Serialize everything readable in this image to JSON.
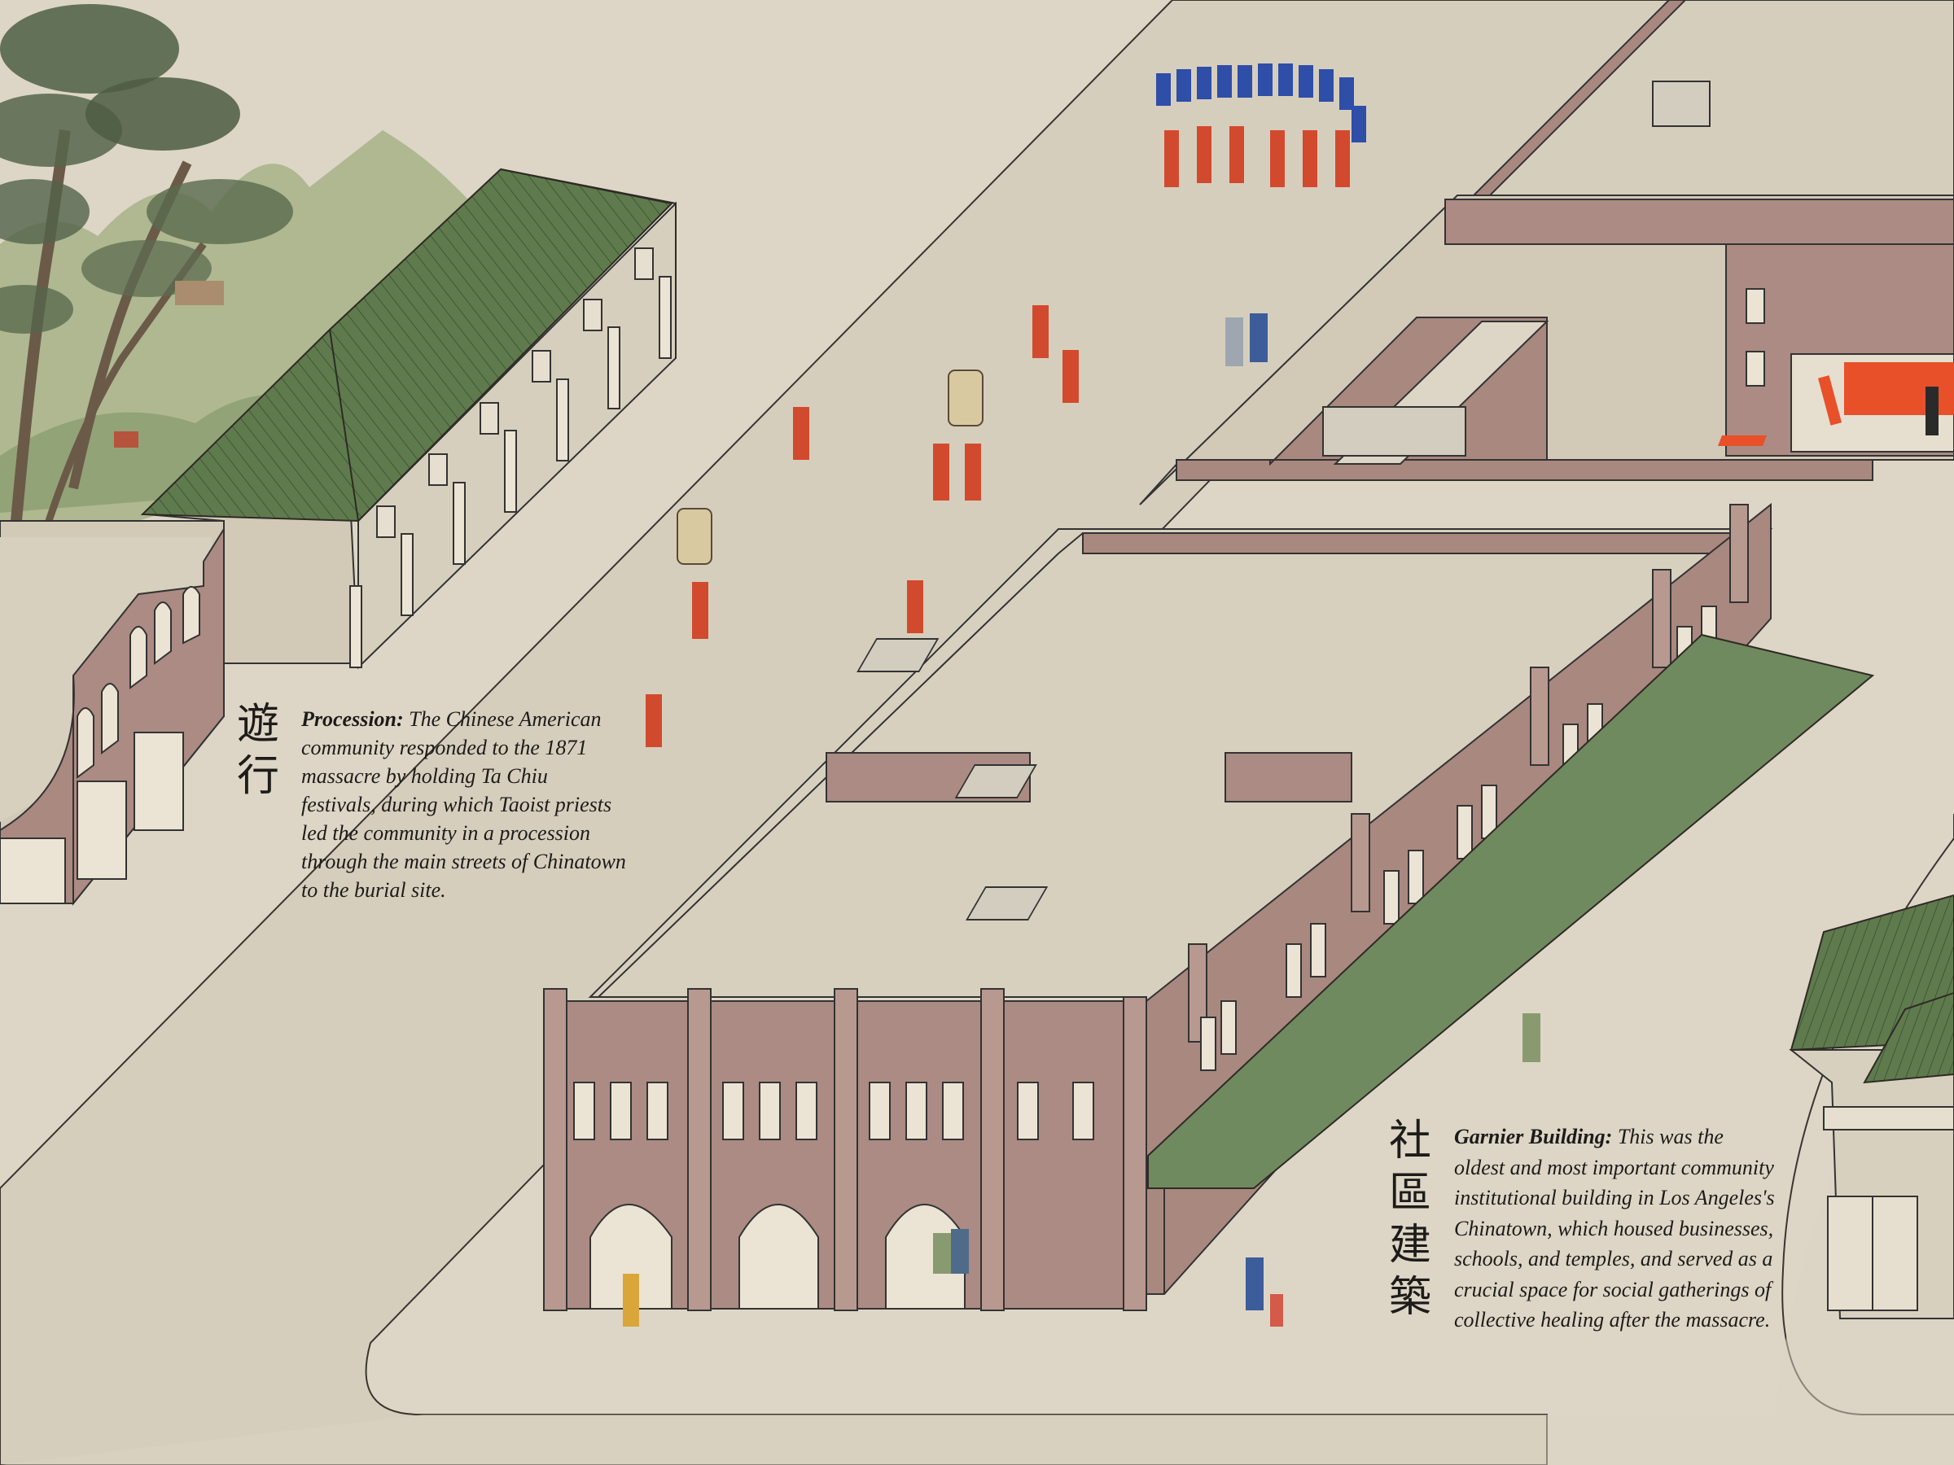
{
  "procession": {
    "cjk": [
      "遊",
      "行"
    ],
    "title": "Procession:",
    "body": "The Chinese American community responded to the 1871 massacre by holding Ta Chiu festivals, during which Taoist priests led the community in a procession through the main streets of Chinatown to the burial site."
  },
  "garnier": {
    "cjk": [
      "社",
      "區",
      "建",
      "築"
    ],
    "title": "Garnier Building:",
    "body": "This was the oldest and most important community institutional building in Los Angeles's Chinatown, which housed businesses, schools, and temples, and served as a crucial space for social gatherings of collective healing after the massacre."
  },
  "palette": {
    "paper": "#ddd6c6",
    "street": "#d4ccba",
    "roof_green": "#5e7a4d",
    "awning_green": "#6f8a5f",
    "brick": "#a88880",
    "brick_dark": "#8f706a",
    "wall_light": "#d2c9b7",
    "robe_red": "#d24a2e",
    "robe_blue": "#2e4ea8",
    "banner_orange": "#e8502a"
  },
  "icons": [
    "pine-tree-icon",
    "mountain-icon",
    "person-figure-icon",
    "lantern-icon",
    "banner-icon"
  ]
}
